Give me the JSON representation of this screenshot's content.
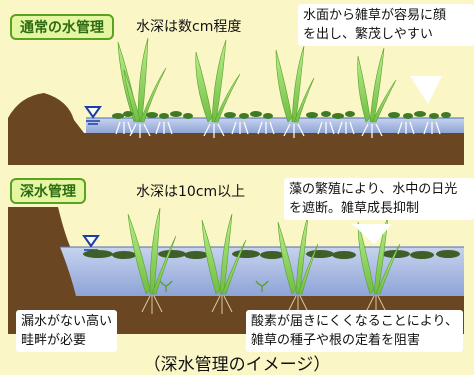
{
  "top_panel": {
    "tag": "通常の水管理",
    "depth_label": "水深は数cm程度",
    "callout_lines": [
      "水面から雑草が容易に顔",
      "を出し、繁茂しやすい"
    ]
  },
  "bottom_panel": {
    "tag": "深水管理",
    "depth_label": "水深は10cm以上",
    "callout_lines": [
      "藻の繁殖により、水中の日光",
      "を遮断。雑草成長抑制"
    ],
    "levee_note_lines": [
      "漏水がない高い",
      "畦畔が必要"
    ],
    "oxygen_note_lines": [
      "酸素が届きにくくなることにより、",
      "雑草の種子や根の定着を阻害"
    ]
  },
  "caption": "（深水管理のイメージ）",
  "colors": {
    "background": "#fbf6c6",
    "soil": "#6b4622",
    "water": "#9fb2dd",
    "leaf": "#8fd16a",
    "leaf_dark": "#5aa12c",
    "algae": "#3f5f28",
    "tag_fill": "#e4f7a0",
    "tag_border": "#5aa320"
  },
  "icons": {
    "water_level_marker": "triangle-down-icon"
  }
}
